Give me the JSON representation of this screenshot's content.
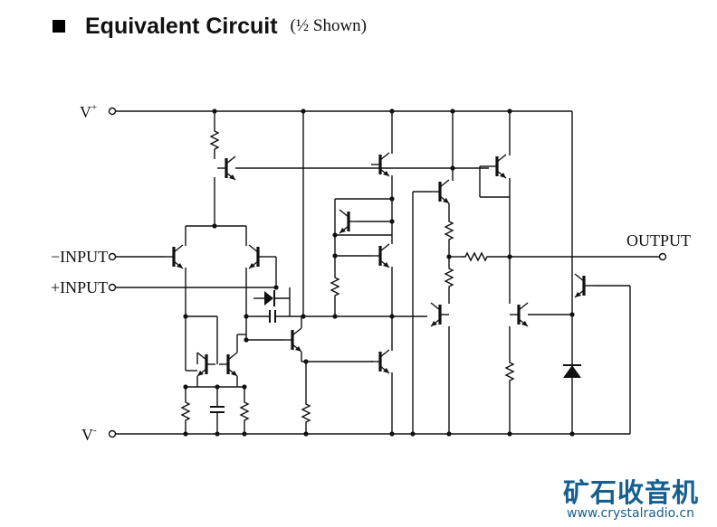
{
  "heading": {
    "title": "Equivalent Circuit",
    "subtitle": "(½ Shown)"
  },
  "labels": {
    "v_plus": "V",
    "v_plus_sign": "+",
    "v_minus": "V",
    "v_minus_sign": "-",
    "minus_input": "−INPUT",
    "plus_input": "+INPUT",
    "output": "OUTPUT"
  },
  "watermark": {
    "name": "矿石收音机",
    "url": "www.crystalradio.cn",
    "color": "#15608f"
  },
  "colors": {
    "ink": "#111111",
    "background": "#ffffff"
  }
}
